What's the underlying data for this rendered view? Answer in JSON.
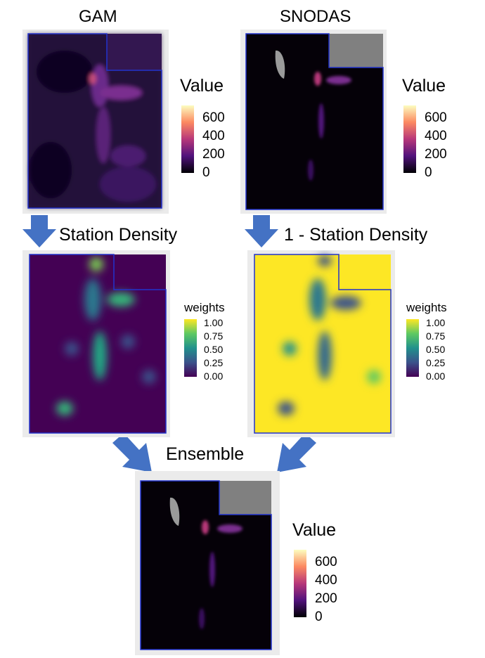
{
  "titles": {
    "gam": "GAM",
    "snodas": "SNODAS",
    "station_density": "Station Density",
    "one_minus_station_density": "1 - Station Density",
    "ensemble": "Ensemble"
  },
  "legends": {
    "value": {
      "title": "Value",
      "ticks": [
        "600",
        "400",
        "200",
        "0"
      ],
      "colors": [
        "#fcfdbf",
        "#fc8961",
        "#b73779",
        "#51127c",
        "#000004"
      ]
    },
    "weights": {
      "title": "weights",
      "ticks": [
        "1.00",
        "0.75",
        "0.50",
        "0.25",
        "0.00"
      ],
      "colors": [
        "#fde725",
        "#5ec962",
        "#21918c",
        "#3b528b",
        "#440154"
      ]
    }
  },
  "colors": {
    "arrow": "#4472c4",
    "border": "#2233cc",
    "nodata": "#808080",
    "panel_bg": "#ebebeb"
  }
}
